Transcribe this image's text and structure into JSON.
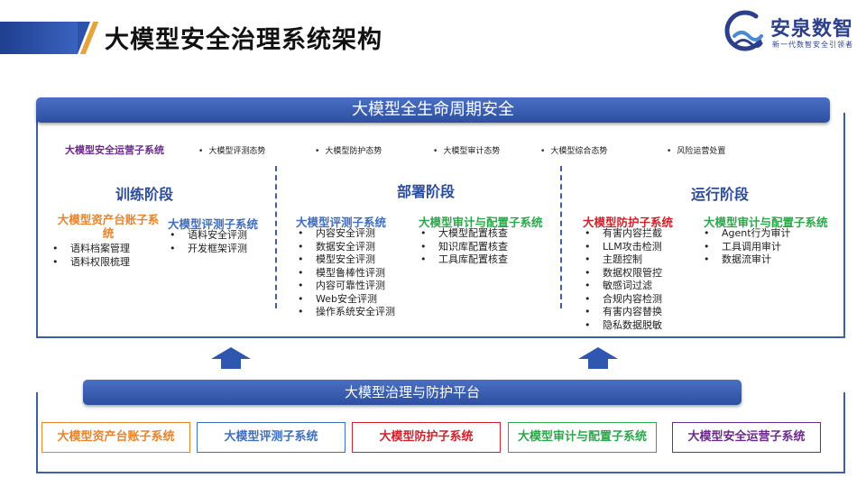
{
  "header": {
    "title": "大模型安全治理系统架构"
  },
  "logo": {
    "name": "安泉数智",
    "slogan": "新一代数智安全引领者"
  },
  "top_banner": "大模型全生命周期安全",
  "ops": {
    "title": "大模型安全运营子系统",
    "items": [
      "大模型评测态势",
      "大模型防护态势",
      "大模型审计态势",
      "大模型综合态势",
      "风险运营处置"
    ]
  },
  "stages": {
    "train": "训练阶段",
    "deploy": "部署阶段",
    "run": "运行阶段"
  },
  "train": {
    "asset": {
      "title": "大模型资产台账子系统",
      "items": [
        "语料档案管理",
        "语料权限梳理"
      ]
    },
    "eval": {
      "title": "大模型评测子系统",
      "items": [
        "语料安全评测",
        "开发框架评测"
      ]
    }
  },
  "deploy": {
    "eval": {
      "title": "大模型评测子系统",
      "items": [
        "内容安全评测",
        "数据安全评测",
        "模型安全评测",
        "模型鲁棒性评测",
        "内容可靠性评测",
        "Web安全评测",
        "操作系统安全评测"
      ]
    },
    "audit": {
      "title": "大模型审计与配置子系统",
      "items": [
        "大模型配置核查",
        "知识库配置核查",
        "工具库配置核查"
      ]
    }
  },
  "run": {
    "protect": {
      "title": "大模型防护子系统",
      "items": [
        "有害内容拦截",
        "LLM攻击检测",
        "主题控制",
        "数据权限管控",
        "敏感词过滤",
        "合规内容检测",
        "有害内容替换",
        "隐私数据脱敏"
      ]
    },
    "audit": {
      "title": "大模型审计与配置子系统",
      "items": [
        "Agent行为审计",
        "工具调用审计",
        "数据流审计"
      ]
    }
  },
  "platform": {
    "banner": "大模型治理与防护平台",
    "chips": [
      "大模型资产台账子系统",
      "大模型评测子系统",
      "大模型防护子系统",
      "大模型审计与配置子系统",
      "大模型安全运营子系统"
    ]
  },
  "colors": {
    "orange": "#e8832a",
    "blue": "#3f6fc0",
    "red": "#d4202a",
    "green": "#2aa84a",
    "purple": "#6b2b8c",
    "frame": "#3c5fa6"
  }
}
